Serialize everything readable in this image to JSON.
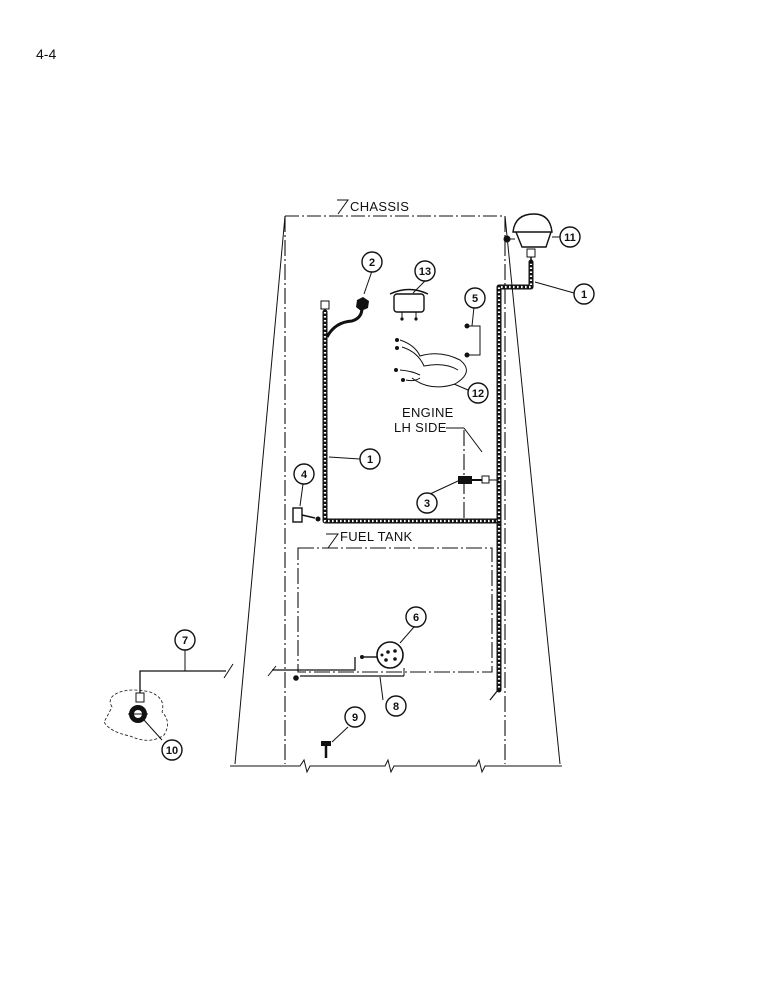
{
  "page": {
    "number": "4-4"
  },
  "labels": {
    "chassis": "CHASSIS",
    "engine_line1": "ENGINE",
    "engine_line2": "LH SIDE",
    "fuel_tank": "FUEL TANK"
  },
  "callouts": [
    "1",
    "1",
    "2",
    "3",
    "4",
    "5",
    "6",
    "7",
    "8",
    "9",
    "10",
    "11",
    "12",
    "13"
  ],
  "colors": {
    "ink": "#111111",
    "paper": "#ffffff"
  }
}
